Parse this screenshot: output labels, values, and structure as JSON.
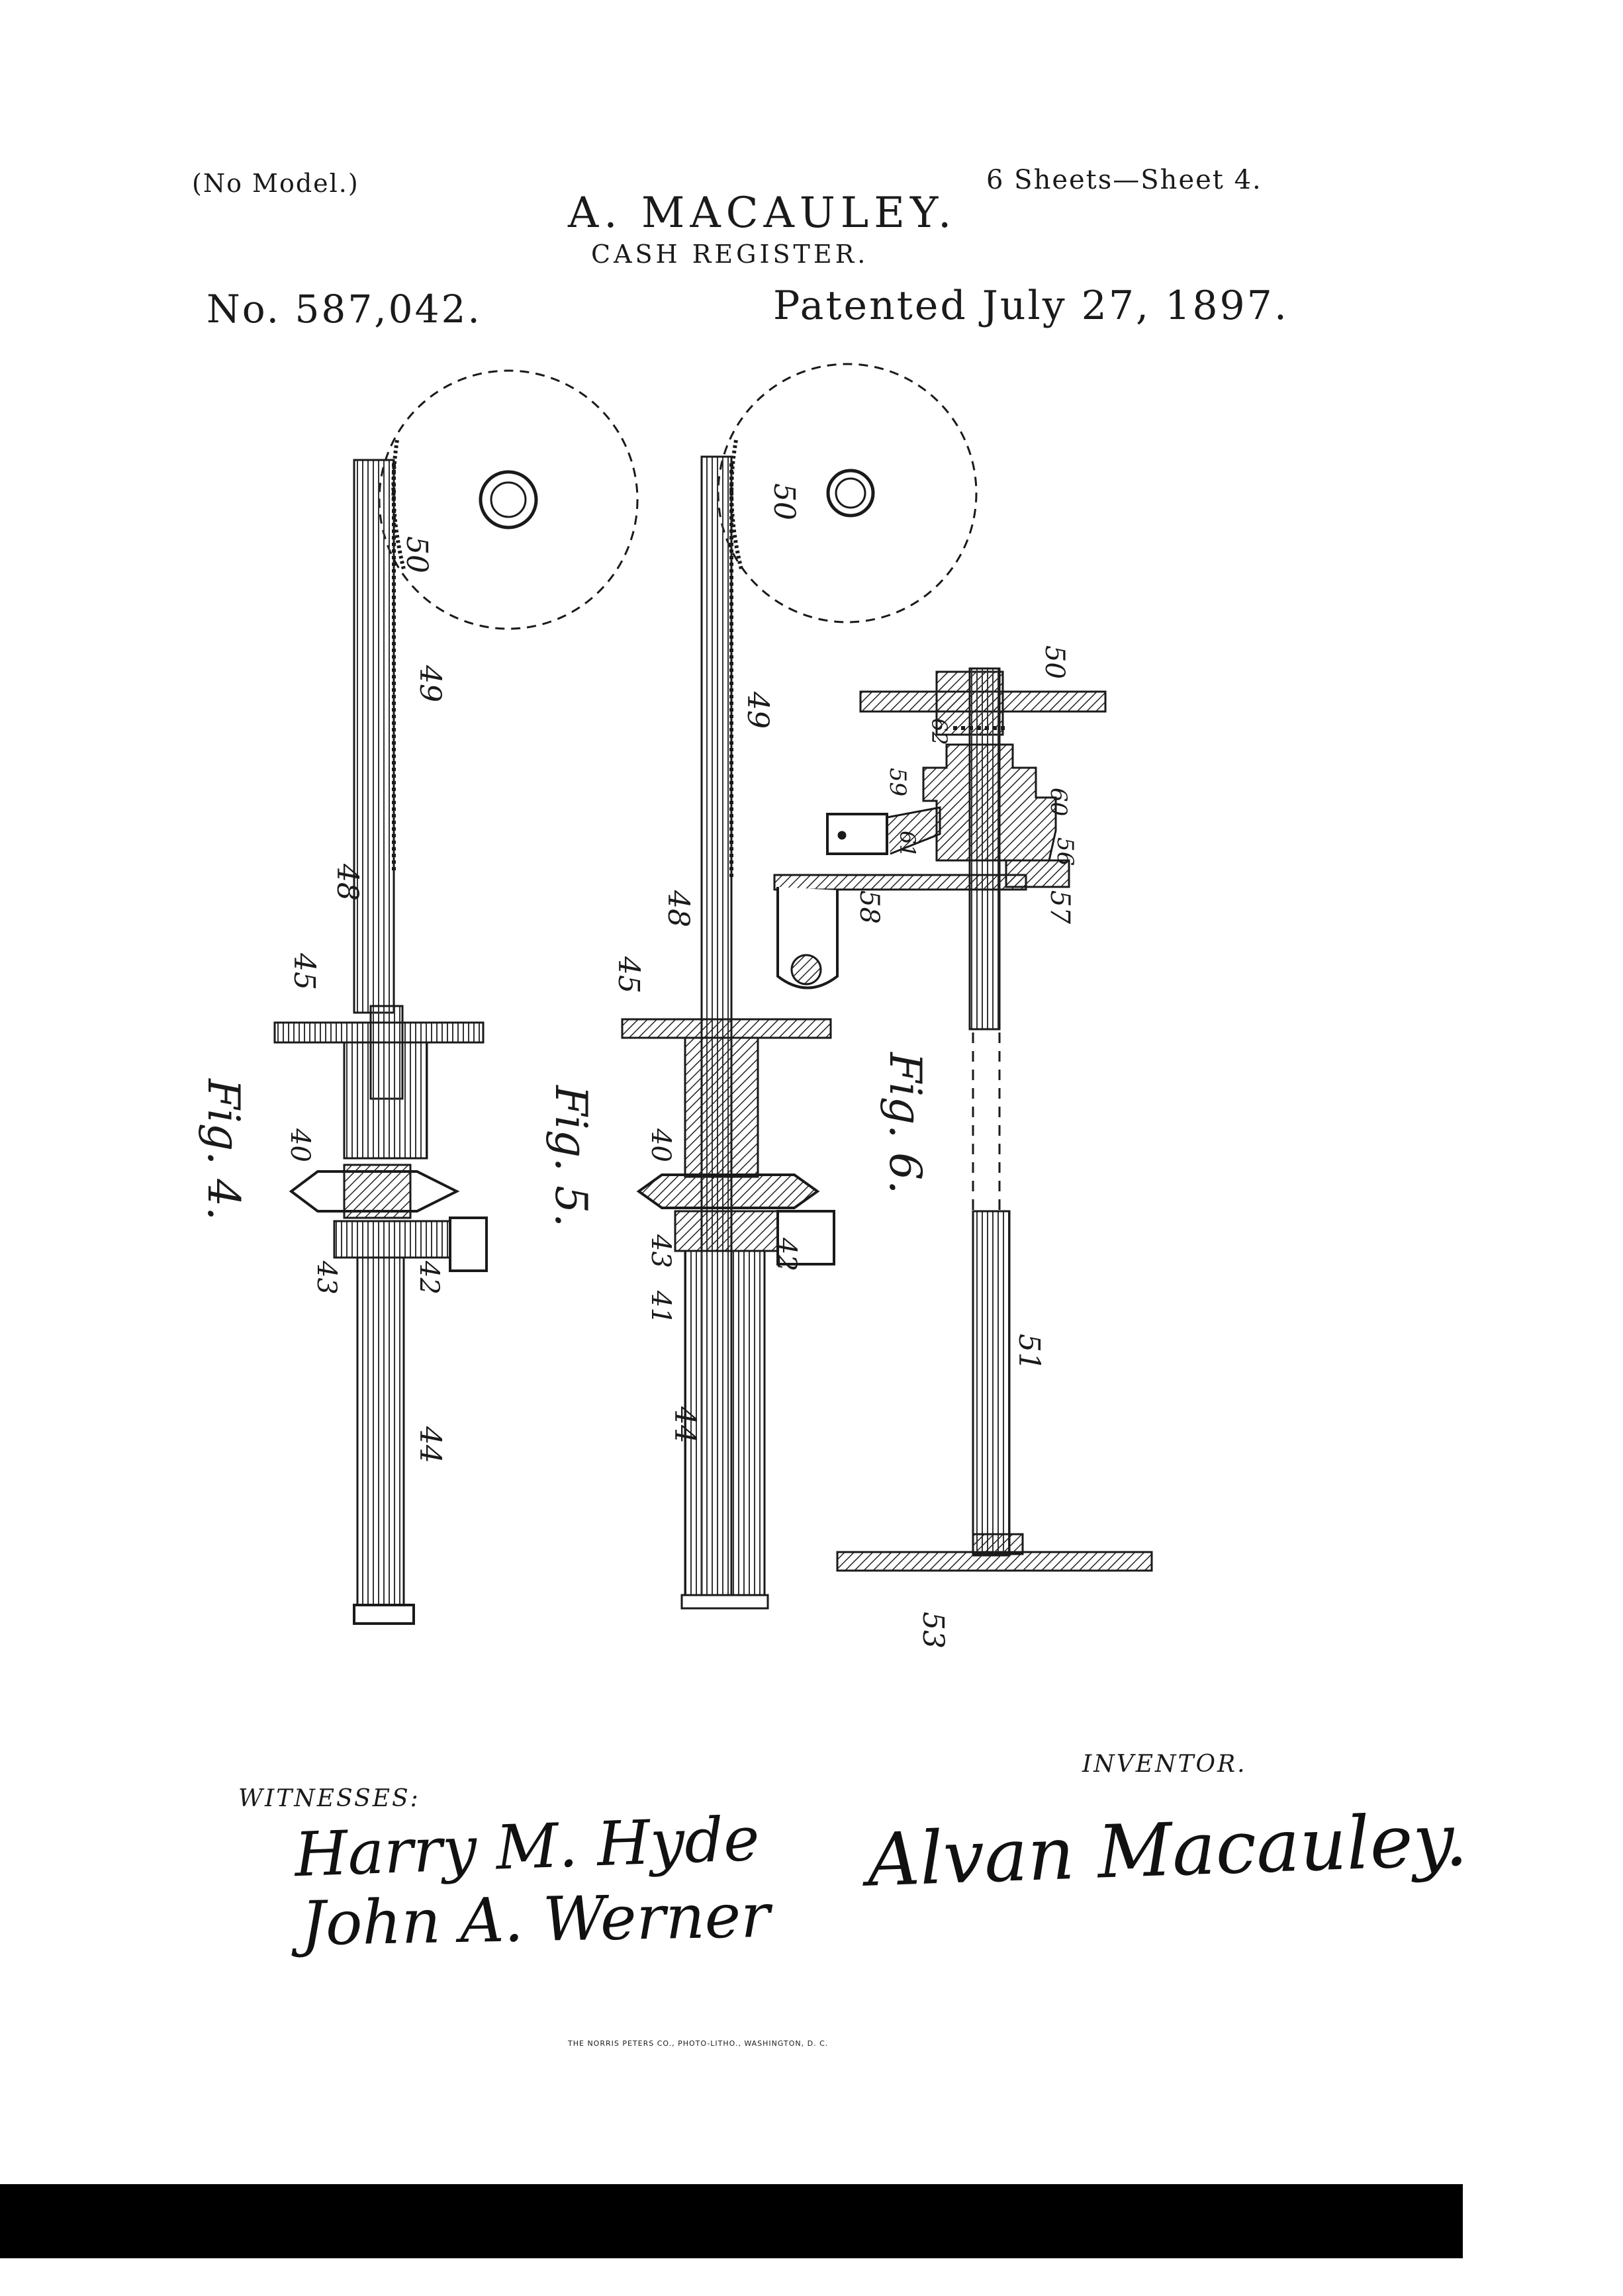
{
  "header": {
    "no_model": "(No Model.)",
    "sheets": "6 Sheets—Sheet 4.",
    "inventor_name": "A. MACAULEY.",
    "title": "CASH REGISTER.",
    "patent_number": "No. 587,042.",
    "patent_date": "Patented July 27, 1897."
  },
  "figures": {
    "fig4": {
      "label": "Fig. 4.",
      "refs": [
        "50",
        "49",
        "48",
        "45",
        "40",
        "43",
        "42",
        "44"
      ]
    },
    "fig5": {
      "label": "Fig. 5.",
      "refs": [
        "50",
        "49",
        "48",
        "45",
        "40",
        "43",
        "41",
        "42",
        "44"
      ]
    },
    "fig6": {
      "label": "Fig. 6.",
      "refs": [
        "50",
        "62",
        "59",
        "60",
        "61",
        "56",
        "58",
        "57",
        "51",
        "53"
      ]
    }
  },
  "footer": {
    "witnesses_label": "WITNESSES:",
    "witness_1": "Harry M. Hyde",
    "witness_2": "John A. Werner",
    "inventor_label": "INVENTOR.",
    "inventor_signature": "Alvan Macauley.",
    "printer": "THE NORRIS PETERS CO., PHOTO-LITHO., WASHINGTON, D. C."
  }
}
